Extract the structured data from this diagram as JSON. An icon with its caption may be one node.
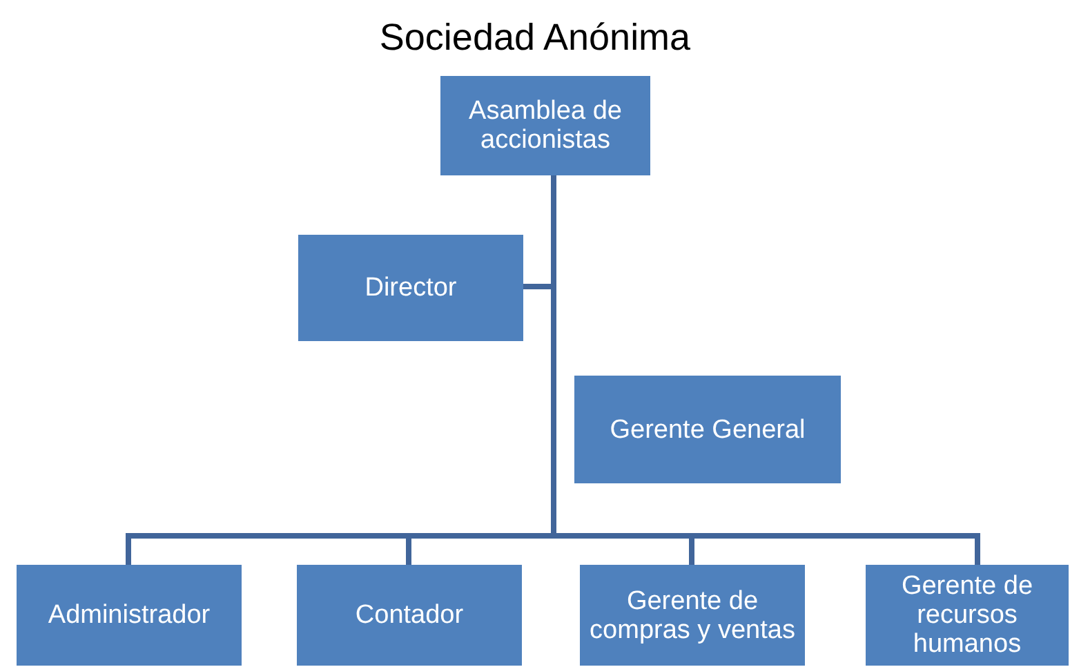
{
  "diagram": {
    "title": "Sociedad Anónima",
    "nodes": [
      {
        "text": [
          "Asamblea de accionistas"
        ]
      },
      {
        "text": [
          "Director"
        ]
      },
      {
        "text": [
          "Gerente General"
        ]
      },
      {
        "text": [
          "Administrador"
        ]
      },
      {
        "text": [
          "Contador"
        ]
      },
      {
        "text": [
          "Gerente de compras y ventas"
        ]
      },
      {
        "text": [
          "Gerente de recursos humanos"
        ]
      }
    ],
    "edges": [
      {
        "from": 0,
        "to": 1,
        "arrow": "none"
      },
      {
        "from": 0,
        "to": 3,
        "arrow": "none"
      },
      {
        "from": 0,
        "to": 4,
        "arrow": "none"
      },
      {
        "from": 0,
        "to": 5,
        "arrow": "none"
      },
      {
        "from": 0,
        "to": 6,
        "arrow": "none"
      }
    ]
  }
}
